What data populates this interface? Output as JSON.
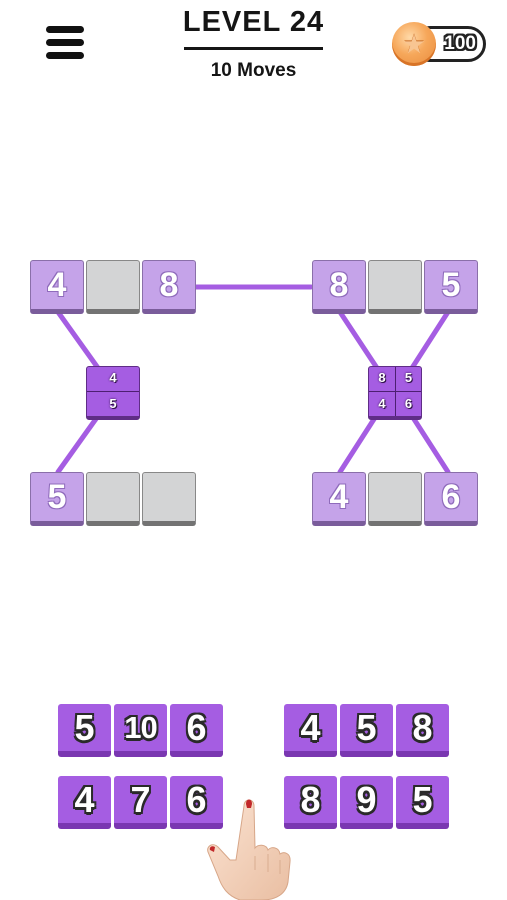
{
  "header": {
    "menu_icon": "hamburger-menu-icon",
    "title": "LEVEL 24",
    "moves": "10 Moves",
    "coins": "100",
    "coin_icon": "coin-star-icon"
  },
  "colors": {
    "accent_purple": "#a55de2",
    "tile_filled": "#c5a3e9",
    "tile_empty": "#d3d4d5",
    "line": "#a55de2"
  },
  "board": {
    "top_left_row": [
      "4",
      "",
      "8"
    ],
    "bottom_left_row": [
      "5",
      "",
      ""
    ],
    "top_right_row": [
      "8",
      "",
      "5"
    ],
    "bottom_right_row": [
      "4",
      "",
      "6"
    ],
    "left_hub": [
      "4",
      "5"
    ],
    "right_hub": [
      "8",
      "5",
      "4",
      "6"
    ]
  },
  "tray": {
    "left_top": [
      "5",
      "10",
      "6"
    ],
    "left_bottom": [
      "4",
      "7",
      "6"
    ],
    "right_top": [
      "4",
      "5",
      "8"
    ],
    "right_bottom": [
      "8",
      "9",
      "5"
    ]
  },
  "hint_icon": "pointing-hand-icon"
}
